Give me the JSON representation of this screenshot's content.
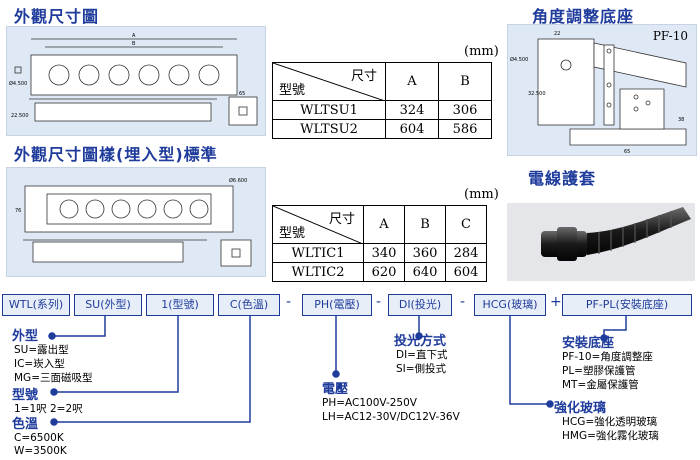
{
  "titles": {
    "dimension": "外觀尺寸圖",
    "bracket": "角度調整底座",
    "embedded": "外觀尺寸圖樣(埋入型)標準",
    "sleeve": "電線護套"
  },
  "bracket_label": "PF-10",
  "table1": {
    "unit": "(mm)",
    "header_top": "尺寸",
    "header_bottom": "型號",
    "cols": [
      "A",
      "B"
    ],
    "rows": [
      [
        "WLTSU1",
        "324",
        "306"
      ],
      [
        "WLTSU2",
        "604",
        "586"
      ]
    ]
  },
  "table2": {
    "unit": "(mm)",
    "header_top": "尺寸",
    "header_bottom": "型號",
    "cols": [
      "A",
      "B",
      "C"
    ],
    "rows": [
      [
        "WLTIC1",
        "340",
        "360",
        "284"
      ],
      [
        "WLTIC2",
        "620",
        "640",
        "604"
      ]
    ]
  },
  "code": {
    "boxes": [
      "WTL(系列)",
      "SU(外型)",
      "1(型號)",
      "C(色溫)",
      "PH(電壓)",
      "DI(投光)",
      "HCG(玻璃)",
      "PF-PL(安裝底座)"
    ],
    "seps": [
      "-",
      "-",
      "-",
      "-",
      "+"
    ]
  },
  "legend": {
    "shape": {
      "label": "外型",
      "items": [
        "SU=露出型",
        "IC=崁入型",
        "MG=三面磁吸型"
      ]
    },
    "model": {
      "label": "型號",
      "items": [
        "1=1呎 2=2呎"
      ]
    },
    "color": {
      "label": "色溫",
      "items": [
        "C=6500K",
        "W=3500K"
      ]
    },
    "voltage": {
      "label": "電壓",
      "items": [
        "PH=AC100V-250V",
        "LH=AC12-30V/DC12V-36V"
      ]
    },
    "beam": {
      "label": "投光方式",
      "items": [
        "DI=直下式",
        "SI=側投式"
      ]
    },
    "mount": {
      "label": "安裝底座",
      "items": [
        "PF-10=角度調整座",
        "PL=塑膠保護管",
        "MT=金屬保護管"
      ]
    },
    "glass": {
      "label": "強化玻璃",
      "items": [
        "HCG=強化透明玻璃",
        "HMG=強化霧化玻璃"
      ]
    }
  },
  "drawing_text": {
    "d1_a": "A",
    "d1_b": "B",
    "d1_hole": "Ø4.500",
    "d1_h1": "22.500",
    "d1_h2": "65",
    "d2_hole": "Ø6.600",
    "d2_c": "76",
    "br_22": "22",
    "br_hole": "Ø4.500",
    "br_h": "32.500",
    "br_65": "65",
    "br_38": "38"
  }
}
